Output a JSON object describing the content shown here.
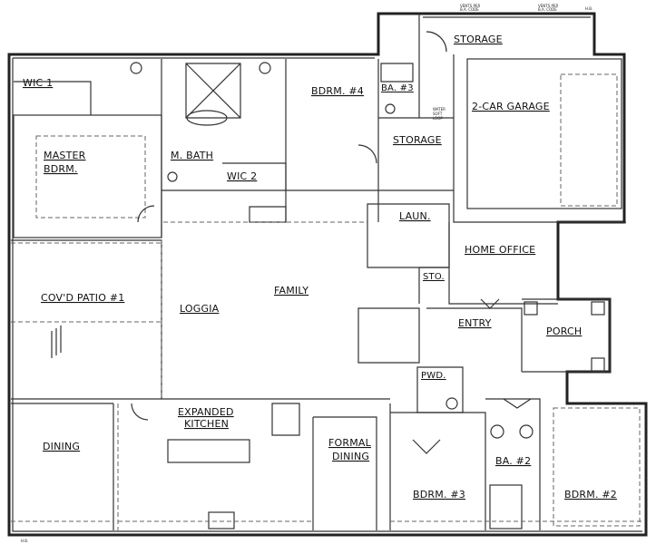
{
  "plan": {
    "rooms": {
      "wic1": "WIC 1",
      "master": [
        "MASTER",
        "BDRM."
      ],
      "mbath": "M. BATH",
      "wic2": "WIC 2",
      "bdrm4": "BDRM. #4",
      "ba3": "BA. #3",
      "storage_top": "STORAGE",
      "garage": "2-CAR GARAGE",
      "storage_mid": "STORAGE",
      "laun": "LAUN.",
      "office": "HOME OFFICE",
      "sto": "STO.",
      "patio": "COV'D PATIO #1",
      "loggia": "LOGGIA",
      "family": "FAMILY",
      "entry": "ENTRY",
      "porch": "PORCH",
      "pwd": "PWD.",
      "kitchen": [
        "EXPANDED",
        "KITCHEN"
      ],
      "dining": "DINING",
      "formal": [
        "FORMAL",
        "DINING"
      ],
      "bdrm3": "BDRM. #3",
      "ba2": "BA. #2",
      "bdrm2": "BDRM. #2"
    },
    "notes": {
      "vents1": [
        "VENTS PER",
        "B.A. CODE"
      ],
      "vents2": [
        "VENTS PER",
        "B.A. CODE"
      ],
      "hb_top": "H.B.",
      "hb_bottom": "H.B.",
      "water": [
        "WATER",
        "SOFT",
        "LOOP"
      ]
    }
  }
}
